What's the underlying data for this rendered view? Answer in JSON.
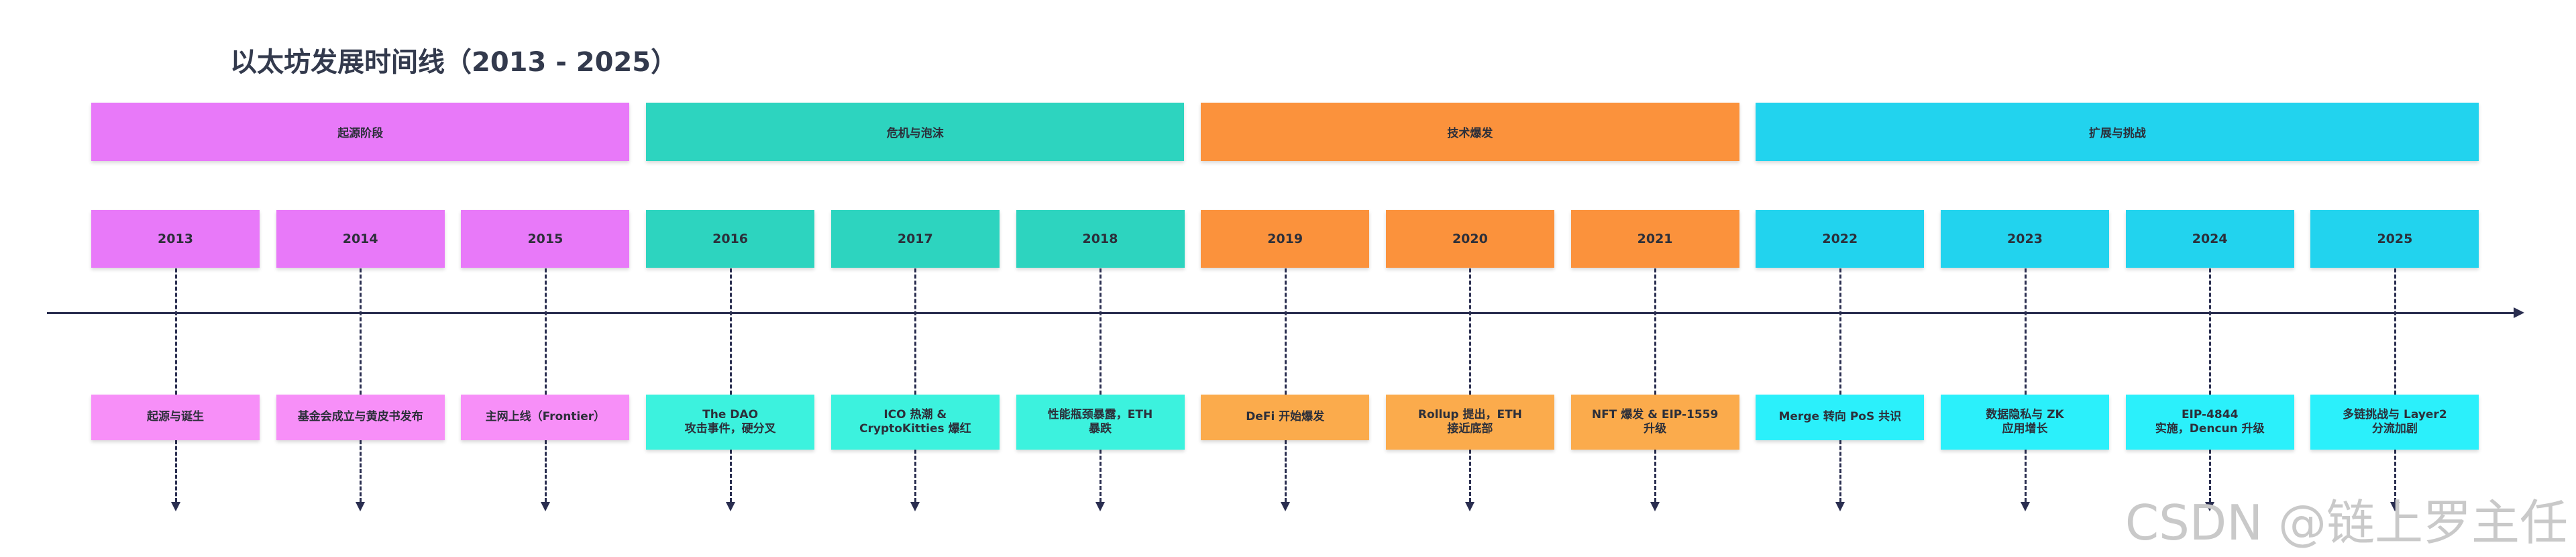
{
  "title": "以太坊发展时间线（2013 - 2025）",
  "watermark": "CSDN @链上罗主任",
  "colors": {
    "magenta": "#e879f9",
    "teal": "#2dd4bf",
    "orange": "#fb923c",
    "cyan": "#22d3ee",
    "magenta_light": "#f78ff8",
    "teal_light": "#3cf2de",
    "orange_light": "#fbab4c",
    "cyan_light": "#2bf0fb",
    "axis": "#2a2e50"
  },
  "phases": [
    {
      "label": "起源阶段",
      "color": "magenta"
    },
    {
      "label": "危机与泡沫",
      "color": "teal"
    },
    {
      "label": "技术爆发",
      "color": "orange"
    },
    {
      "label": "扩展与挑战",
      "color": "cyan"
    }
  ],
  "years": [
    {
      "year": "2013",
      "event": "起源与诞生",
      "color": "magenta"
    },
    {
      "year": "2014",
      "event": "基金会成立与黄皮书发布",
      "color": "magenta"
    },
    {
      "year": "2015",
      "event": "主网上线（Frontier）",
      "color": "magenta"
    },
    {
      "year": "2016",
      "event": "The DAO\n攻击事件，硬分叉",
      "color": "teal"
    },
    {
      "year": "2017",
      "event": "ICO 热潮 &\nCryptoKitties 爆红",
      "color": "teal"
    },
    {
      "year": "2018",
      "event": "性能瓶颈暴露，ETH\n暴跌",
      "color": "teal"
    },
    {
      "year": "2019",
      "event": "DeFi 开始爆发",
      "color": "orange"
    },
    {
      "year": "2020",
      "event": "Rollup 提出，ETH\n接近底部",
      "color": "orange"
    },
    {
      "year": "2021",
      "event": "NFT 爆发 & EIP-1559\n升级",
      "color": "orange"
    },
    {
      "year": "2022",
      "event": "Merge 转向 PoS 共识",
      "color": "cyan"
    },
    {
      "year": "2023",
      "event": "数据隐私与 ZK\n应用增长",
      "color": "cyan"
    },
    {
      "year": "2024",
      "event": "EIP-4844\n实施，Dencun 升级",
      "color": "cyan"
    },
    {
      "year": "2025",
      "event": "多链挑战与 Layer2\n分流加剧",
      "color": "cyan"
    }
  ]
}
